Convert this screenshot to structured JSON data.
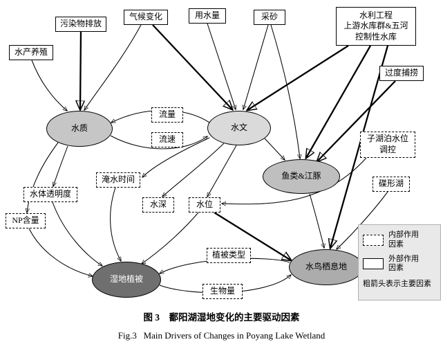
{
  "figure": {
    "caption_cn": "图 3　鄱阳湖湿地变化的主要驱动因素",
    "caption_en": "Fig.3   Main Drivers of Changes in Poyang Lake Wetland"
  },
  "legend": {
    "internal_label": "内部作用\n因素",
    "external_label": "外部作用\n因素",
    "thick_arrow_note": "粗箭头表示主要因素"
  },
  "external_factors": {
    "pollutant_discharge": "污染物排放",
    "aquaculture": "水产养殖",
    "climate_change": "气候变化",
    "water_consumption": "用水量",
    "sand_mining": "采砂",
    "water_projects": "水利工程\n上游水库群&五河\n控制性水库",
    "overfishing": "过度捕捞"
  },
  "core_nodes": {
    "water_quality": "水质",
    "hydrology": "水文",
    "fish_porpoise": "鱼类&江豚",
    "wetland_vegetation": "湿地植被",
    "waterbird_habitat": "水鸟栖息地"
  },
  "internal_factors": {
    "flow": "流量",
    "flow_velocity": "流速",
    "inundation_time": "淹水时间",
    "water_depth": "水深",
    "water_level": "水位",
    "water_transparency": "水体透明度",
    "np_content": "NP含量",
    "sublake_regulation": "子湖泊水位\n调控",
    "dish_lake": "碟形湖",
    "vegetation_type": "植被类型",
    "biomass": "生物量"
  },
  "colors": {
    "water_quality_fill": "#c6c6c6",
    "hydrology_fill": "#dadada",
    "fish_porpoise_fill": "#bfbfbf",
    "wetland_vegetation_fill": "#6f6f6f",
    "waterbird_habitat_fill": "#acacac",
    "legend_bg": "#e9e9e9"
  }
}
